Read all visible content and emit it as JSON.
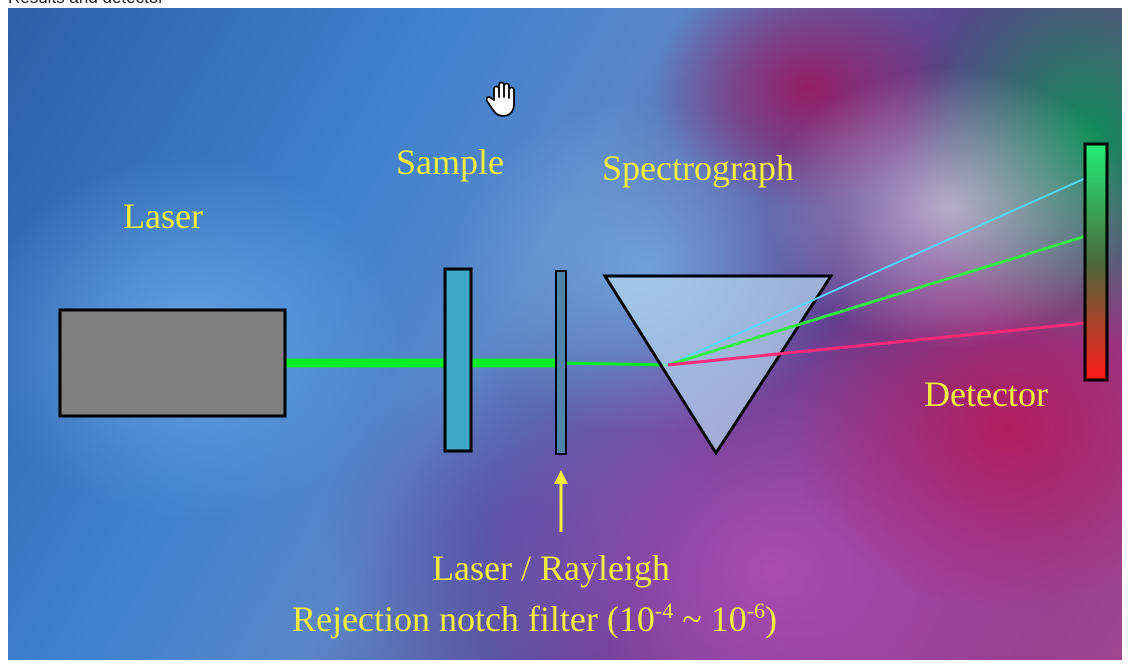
{
  "header_fragment": "Results and detector",
  "diagram": {
    "labels": {
      "laser": "Laser",
      "sample": "Sample",
      "spectrograph": "Spectrograph",
      "detector": "Detector",
      "filter_line1": "Laser / Rayleigh",
      "filter_line2_prefix": "Rejection notch filter (10",
      "filter_exp1": "-4",
      "filter_mid": " ~ 10",
      "filter_exp2": "-6",
      "filter_suffix": ")"
    },
    "colors": {
      "label_text": "#f4ef3c",
      "laser_body": "#808080",
      "sample": "#3da6c9",
      "filter": "#4f84a8",
      "prism_fill": "#b4d6ee",
      "beam_green": "#00ee22",
      "ray_cyan": "#55d8ff",
      "ray_green": "#33ee44",
      "ray_pink": "#ff2a7a",
      "detector_top": "#22ee77",
      "detector_bottom": "#ff1a1a",
      "arrow": "#f4ef3c"
    },
    "icons": {
      "cursor": "hand-cursor-icon"
    }
  }
}
